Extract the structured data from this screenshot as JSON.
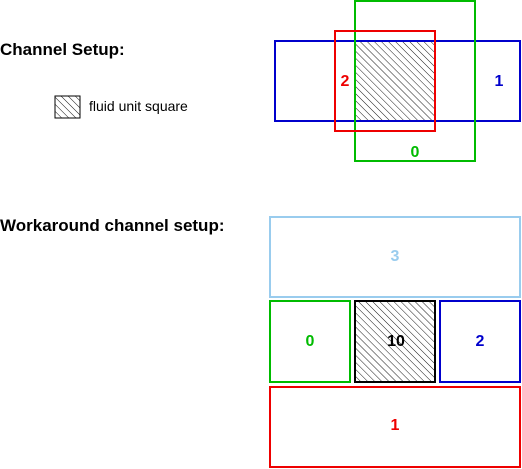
{
  "setup": {
    "heading": "Channel Setup:",
    "legend_label": "fluid unit square",
    "labels": {
      "blue": "1",
      "red": "2",
      "green": "0"
    }
  },
  "workaround": {
    "heading": "Workaround channel setup:",
    "labels": {
      "top": "3",
      "left": "0",
      "center": "10",
      "right": "2",
      "bottom": "1"
    }
  },
  "colors": {
    "blue": "#0000cc",
    "red": "#ee0000",
    "green": "#00bb00",
    "light_blue": "#99ccee",
    "black": "#000000"
  }
}
